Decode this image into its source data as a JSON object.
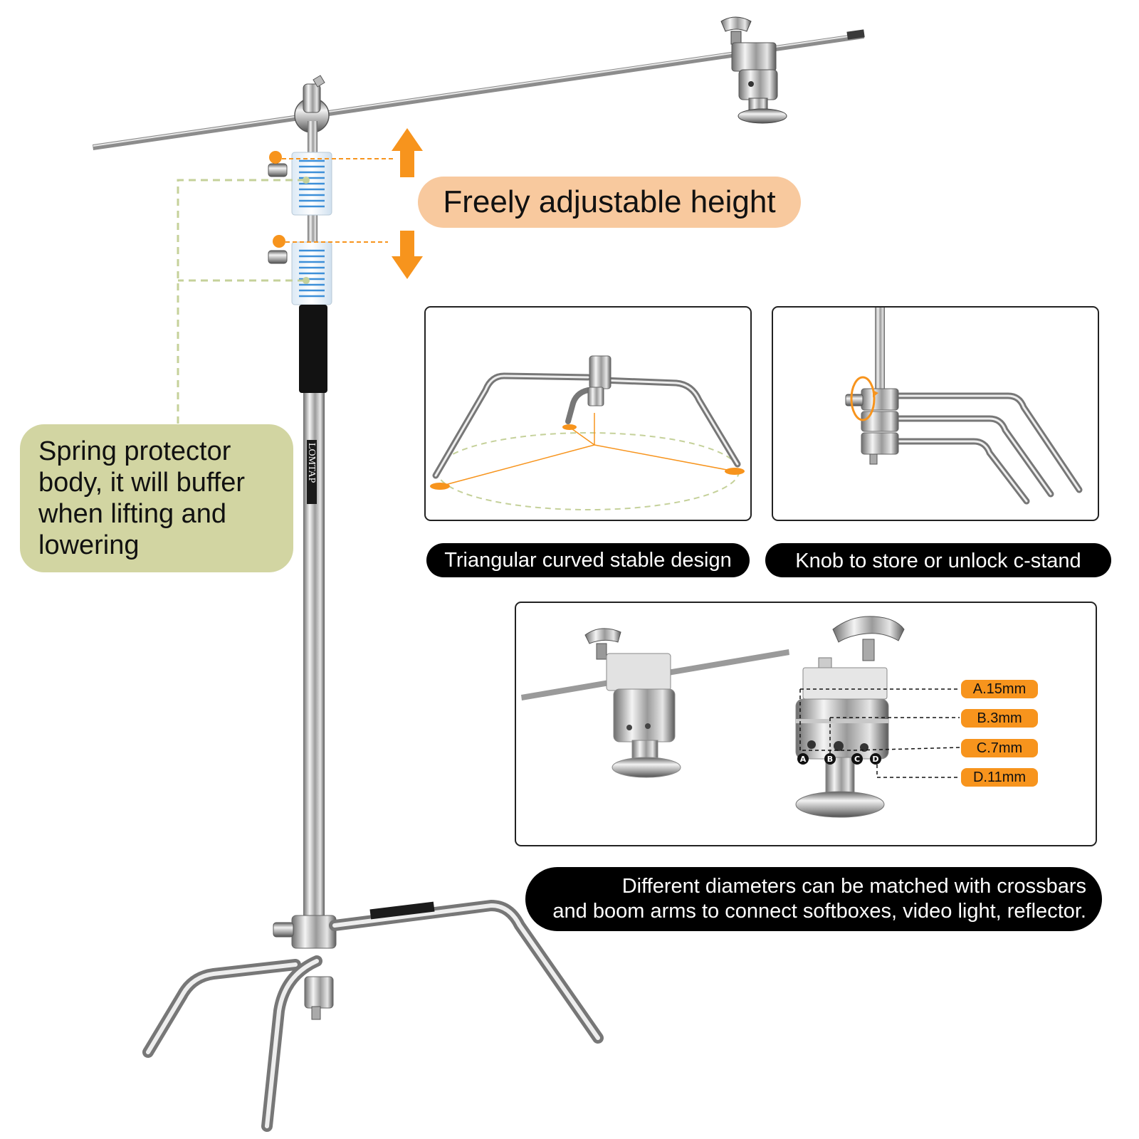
{
  "callouts": {
    "height": "Freely adjustable height",
    "spring": "Spring protector body, it will buffer when lifting and lowering"
  },
  "captions": {
    "base": "Triangular curved stable design",
    "knob": "Knob to store or unlock c-stand",
    "diameters_line1": "Different diameters can be matched with crossbars",
    "diameters_line2": "and boom arms to connect softboxes, video light, reflector."
  },
  "brand": "LOMTAP",
  "hole_sizes": [
    {
      "letter": "A",
      "label": "A.15mm"
    },
    {
      "letter": "B",
      "label": "B.3mm"
    },
    {
      "letter": "C",
      "label": "C.7mm"
    },
    {
      "letter": "D",
      "label": "D.11mm"
    }
  ],
  "colors": {
    "accent_orange": "#f7941d",
    "height_callout_bg": "#f8c99e",
    "spring_callout_bg": "#d2d5a2",
    "dashed_green": "#c5d19a",
    "caption_bg": "#000000"
  }
}
